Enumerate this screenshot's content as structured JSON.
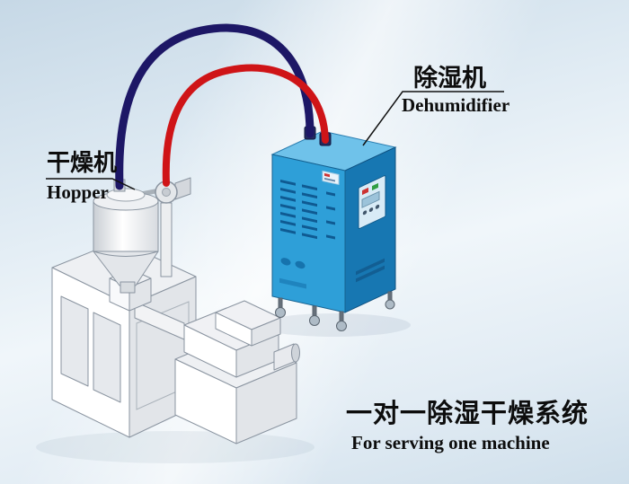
{
  "labels": {
    "hopper": {
      "cn": "干燥机",
      "en": "Hopper"
    },
    "dehumidifier": {
      "cn": "除湿机",
      "en": "Dehumidifier"
    },
    "caption": {
      "cn": "一对一除湿干燥系统",
      "en": "For serving one machine"
    }
  },
  "colors": {
    "pipe_dry_air": "#1d1766",
    "pipe_return_air": "#cf1417",
    "dehumidifier_front": "#2e9fd8",
    "dehumidifier_side": "#1777b2",
    "dehumidifier_top": "#6fc2ea",
    "machine_body": "#ffffff",
    "outline": "#8a94a0"
  }
}
